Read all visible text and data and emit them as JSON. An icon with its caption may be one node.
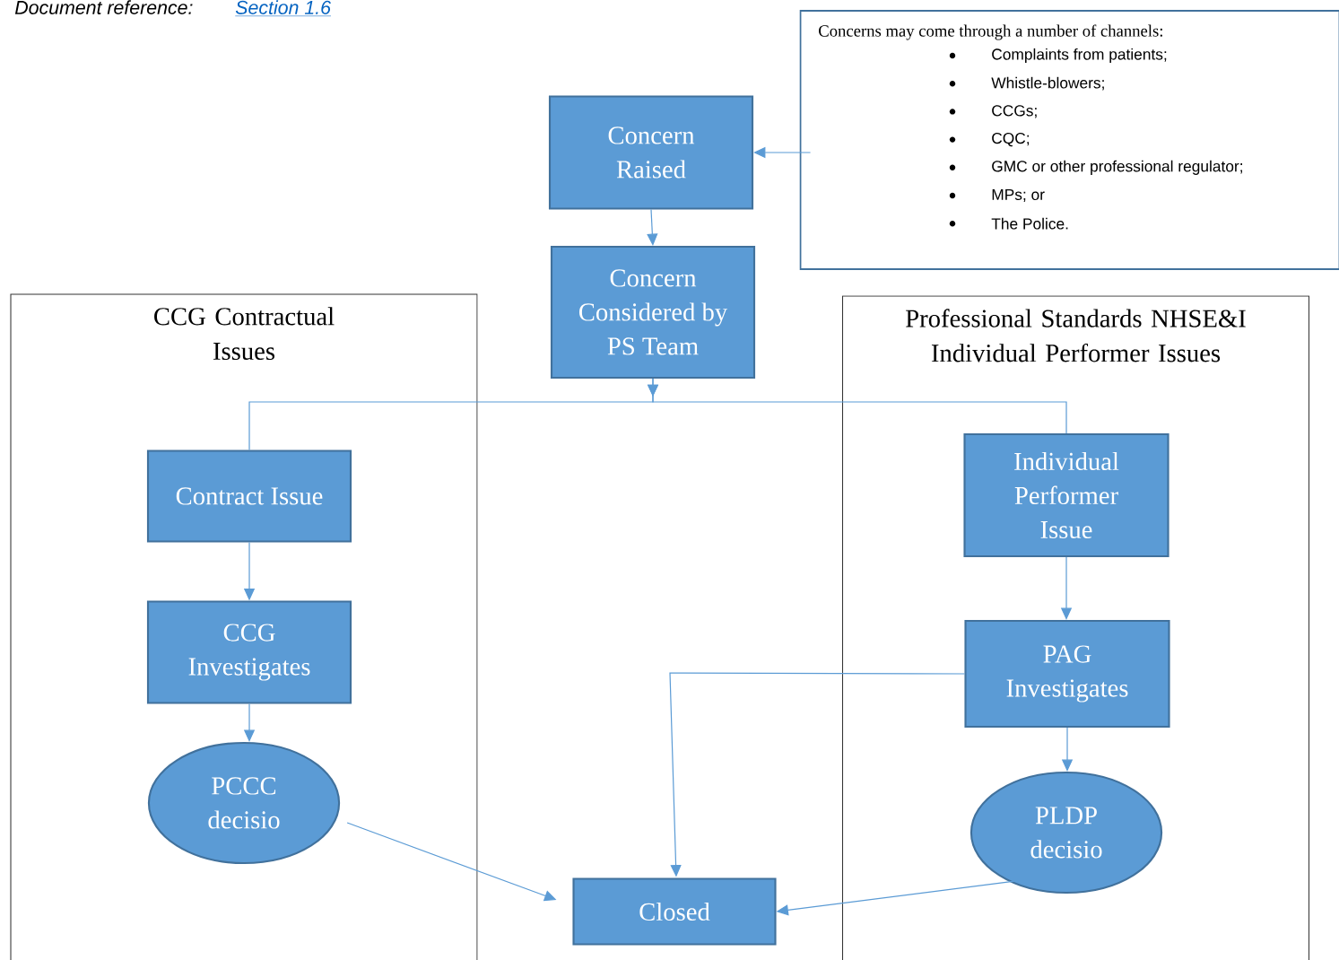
{
  "diagram": {
    "nodes": [
      {
        "text": [
          "Concerns may come through a number of channels:",
          "Complaints from patients;",
          "Whistle-blowers;",
          "CCGs;",
          "CQC;",
          "GMC or other professional regulator;",
          "MPs; or",
          "The Police."
        ]
      },
      {
        "text": [
          "Concern Raised"
        ]
      },
      {
        "text": [
          "Concern Considered by PS Team"
        ]
      },
      {
        "text": [
          "CCG Contractual Issues"
        ]
      },
      {
        "text": [
          "Professional Standards NHSE&I Individual Performer Issues"
        ]
      },
      {
        "text": [
          "Contract Issue"
        ],
        "in": 3
      },
      {
        "text": [
          "CCG Investigates"
        ],
        "in": 3
      },
      {
        "text": [
          "PCCC decisio"
        ],
        "in": 3
      },
      {
        "text": [
          "Individual Performer Issue"
        ],
        "in": 4
      },
      {
        "text": [
          "PAG Investigates"
        ],
        "in": 4
      },
      {
        "text": [
          "PLDP decisio"
        ],
        "in": 4
      },
      {
        "text": [
          "Closed"
        ]
      }
    ],
    "edges": [
      {
        "from": 0,
        "to": 1,
        "arrow": "to"
      },
      {
        "from": 1,
        "to": 2,
        "arrow": "to"
      },
      {
        "from": 2,
        "to": 5,
        "arrow": "to"
      },
      {
        "from": 2,
        "to": 8,
        "arrow": "to"
      },
      {
        "from": 5,
        "to": 6,
        "arrow": "to"
      },
      {
        "from": 6,
        "to": 7,
        "arrow": "to"
      },
      {
        "from": 7,
        "to": 11,
        "arrow": "to"
      },
      {
        "from": 8,
        "to": 9,
        "arrow": "to"
      },
      {
        "from": 9,
        "to": 10,
        "arrow": "to"
      },
      {
        "from": 9,
        "to": 11,
        "arrow": "to"
      },
      {
        "from": 10,
        "to": 11,
        "arrow": "to"
      }
    ],
    "labels": [
      "Document reference:",
      "Section 1.6"
    ]
  }
}
